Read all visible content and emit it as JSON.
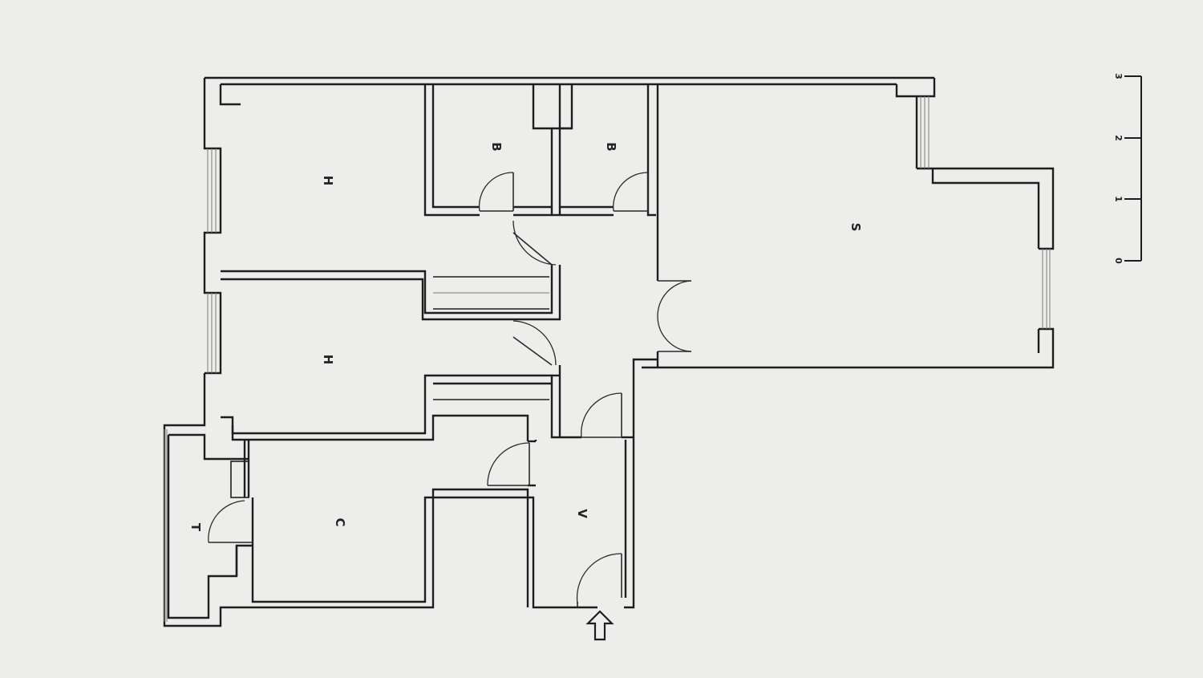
{
  "rooms": {
    "bedroom_top": "H",
    "bedroom_middle": "H",
    "bathroom_left": "B",
    "bathroom_right": "B",
    "living_room": "S",
    "kitchen": "C",
    "terrace": "T",
    "hall": "V"
  },
  "scale_bar": {
    "ticks": [
      "0",
      "1",
      "2",
      "3"
    ]
  },
  "entrance_icon": "arrow-up-outline-icon"
}
